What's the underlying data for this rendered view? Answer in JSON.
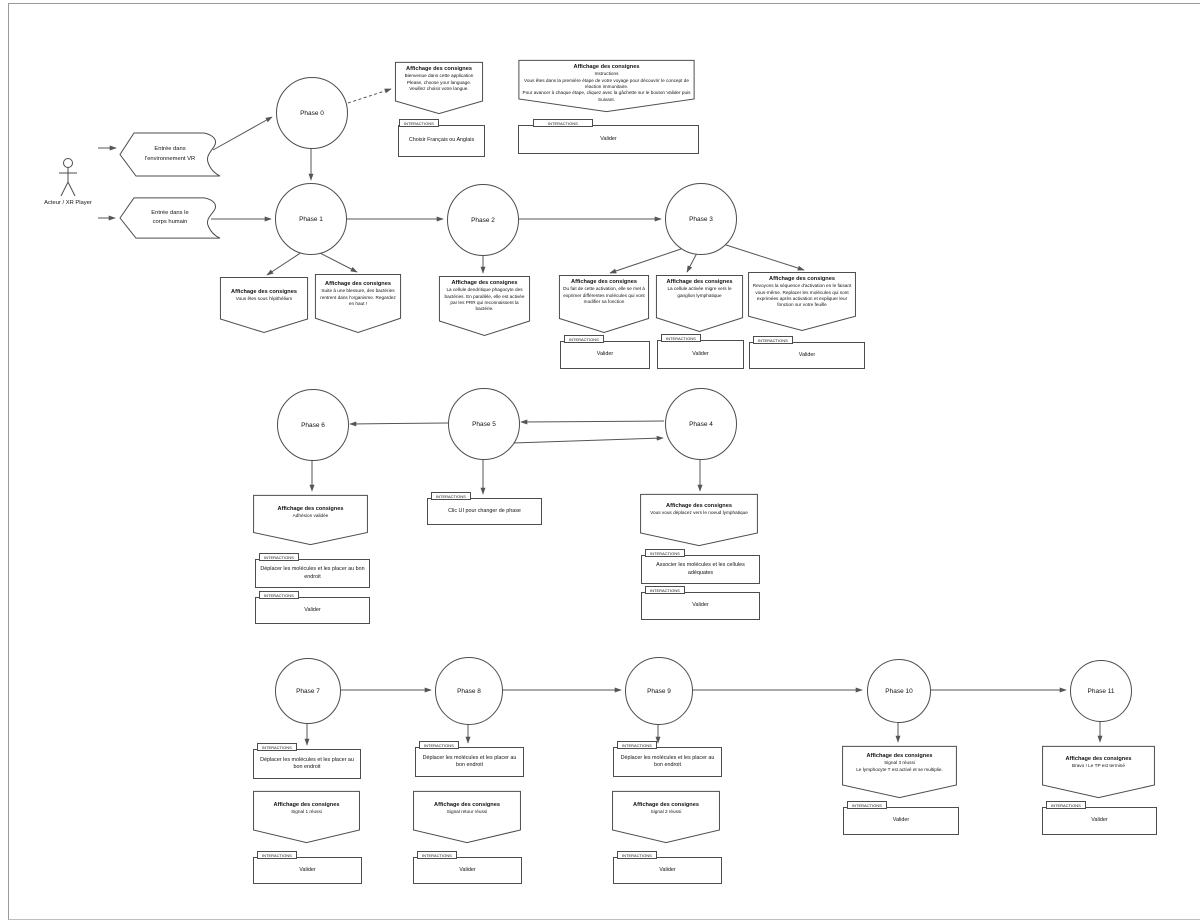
{
  "page": {
    "actor_label": "Acteur / XR Player",
    "interactions_tag": "INTERACTIONS"
  },
  "entries": {
    "vr": "Entrée dans\nl'environnement VR",
    "body": "Entrée dans le\ncorps humain"
  },
  "phases": {
    "p0": "Phase 0",
    "p1": "Phase 1",
    "p2": "Phase 2",
    "p3": "Phase 3",
    "p4": "Phase 4",
    "p5": "Phase 5",
    "p6": "Phase 6",
    "p7": "Phase 7",
    "p8": "Phase 8",
    "p9": "Phase 9",
    "p10": "Phase 10",
    "p11": "Phase 11"
  },
  "banner_title": "Affichage des consignes",
  "banners": {
    "lang": "Bienvenue dans cette application\nPlease, choose your language.\nVeuillez choisir votre langue.",
    "instructions": "Instructions\nVous êtes dans la première étape de votre voyage pour découvrir le concept de réaction immunitaire.\nPour avancer à chaque étape, cliquez avec la gâchette sur le bouton Valider puis Suivant.",
    "p1a": "Vous êtes sous l'épithélium",
    "p1b": "Suite à une blessure, des bactéries rentrent dans l'organisme. Regardez en haut !",
    "p2": "La cellule dendritique phagocyte des bactéries. En parallèle, elle est activée par les PRR qui reconnaissent la bactérie.",
    "p3a": "Du fait de cette activation, elle se met à exprimer différentes molécules qui vont modifier sa fonction",
    "p3b": "La cellule activée migre vers le ganglion lymphatique",
    "p3c": "Revoyons la séquence d'activation en le faisant vous-même. Replacer les molécules qui sont exprimées après activation et expliquer leur fonction sur votre feuille",
    "p6": "Adhésion validée",
    "p4": "Vous vous déplacez vers le noeud lymphatique",
    "p7": "Signal 1 réussi",
    "p8": "Signal retour réussi",
    "p9": "Signal 2 réussi",
    "p10": "Signal 3 réussi\nLe lymphocyte T est activé et se multiplie.",
    "p11": "Bravo ! Le TP est terminé"
  },
  "interactions": {
    "choose_language": "Choisir Français ou Anglais",
    "validate": "Valider",
    "click_ui": "Clic UI pour changer de phase",
    "move_molecules": "Déplacer les molécules et les placer au bon endroit",
    "associate": "Associer les molécules et les cellules adéquates"
  }
}
